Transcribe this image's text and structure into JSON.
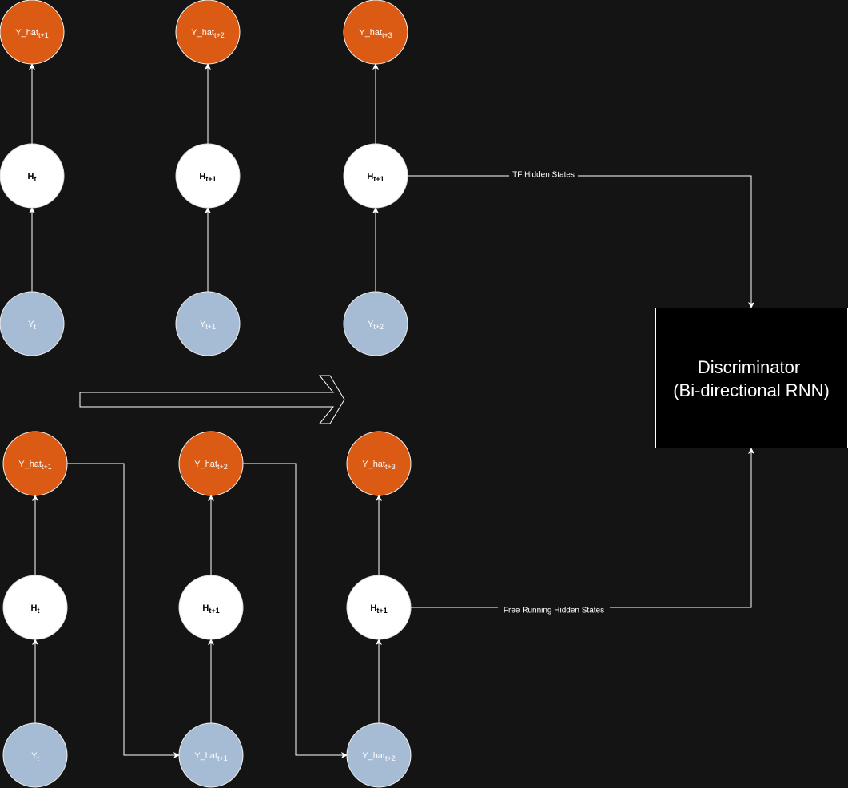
{
  "colors": {
    "background": "#141414",
    "output_fill": "#db5a14",
    "hidden_fill": "#ffffff",
    "input_fill": "#a6bbd4",
    "edge": "#ffffff",
    "box_fill": "#000000"
  },
  "top_row": {
    "outputs": [
      {
        "base": "Y_hat",
        "sub": "t+1"
      },
      {
        "base": "Y_hat",
        "sub": "t+2"
      },
      {
        "base": "Y_hat",
        "sub": "t+3"
      }
    ],
    "hidden": [
      {
        "base": "H",
        "sub": "t"
      },
      {
        "base": "H",
        "sub": "t+1"
      },
      {
        "base": "H",
        "sub": "t+1"
      }
    ],
    "inputs": [
      {
        "base": "Y",
        "sub": "t"
      },
      {
        "base": "Y",
        "sub": "t+1"
      },
      {
        "base": "Y",
        "sub": "t+2"
      }
    ]
  },
  "bottom_row": {
    "outputs": [
      {
        "base": "Y_hat",
        "sub": "t+1"
      },
      {
        "base": "Y_hat",
        "sub": "t+2"
      },
      {
        "base": "Y_hat",
        "sub": "t+3"
      }
    ],
    "hidden": [
      {
        "base": "H",
        "sub": "t"
      },
      {
        "base": "H",
        "sub": "t+1"
      },
      {
        "base": "H",
        "sub": "t+1"
      }
    ],
    "inputs": [
      {
        "base": "Y",
        "sub": "t"
      },
      {
        "base": "Y_hat",
        "sub": "t+1"
      },
      {
        "base": "Y_hat",
        "sub": "t+2"
      }
    ]
  },
  "discriminator": {
    "line1": "Discriminator",
    "line2": "(Bi-directional RNN)"
  },
  "edge_labels": {
    "tf": "TF Hidden States",
    "free_running": "Free Running Hidden States"
  }
}
